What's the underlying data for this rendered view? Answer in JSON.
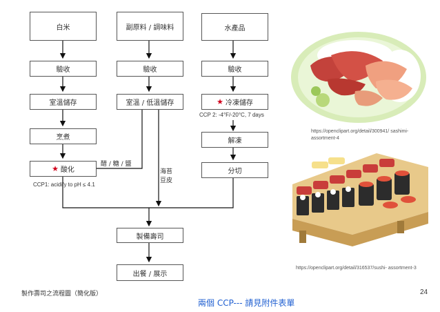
{
  "flow": {
    "rice": "白米",
    "ingredients": "副原料 / 調味料",
    "seafood": "水產品",
    "inspect1": "驗收",
    "inspect2": "驗收",
    "inspect3": "驗收",
    "storage1": "室溫儲存",
    "storage2": "室溫 / 低溫儲存",
    "frozen": "冷凍儲存",
    "cook": "烹煮",
    "acidify": "酸化",
    "thaw": "解凍",
    "cut": "分切",
    "make": "製備壽司",
    "serve": "出餐 / 展示",
    "star": "★"
  },
  "labels": {
    "vinegar": "醋 / 糖 / 鹽",
    "seaweed": "海苔 豆皮",
    "ccp1": "CCP1: acidify to pH ≤ 4.1",
    "ccp2": "CCP 2: -4°F/-20°C, 7 days"
  },
  "images": {
    "url1": "https://openclipart.org/detail/300941/ sashimi-assortment-4",
    "url2": "https://openclipart.org/detail/316537/sushi- assortment-3"
  },
  "footer": {
    "title": "製作壽司之流程圖（簡化版）",
    "note": "兩個 CCP--- 請見附件表單",
    "page": "24"
  }
}
